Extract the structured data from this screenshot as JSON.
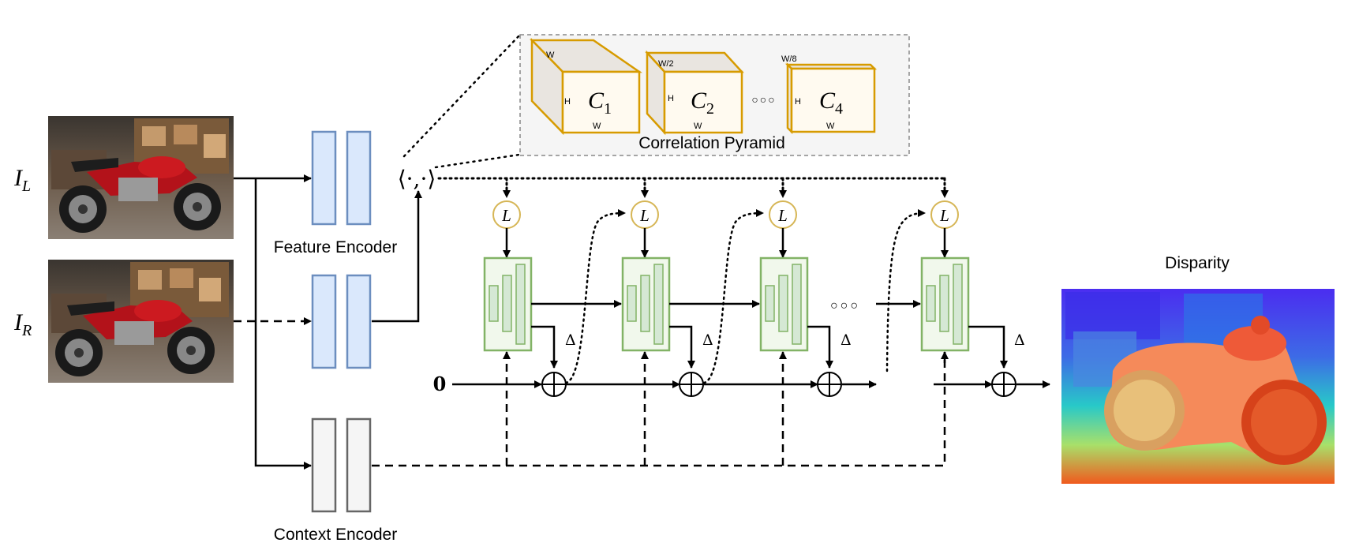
{
  "labels": {
    "input_left_main": "I",
    "input_left_sub": "L",
    "input_right_main": "I",
    "input_right_sub": "R",
    "feature_encoder": "Feature Encoder",
    "context_encoder": "Context Encoder",
    "correlation_pyramid": "Correlation Pyramid",
    "disparity": "Disparity",
    "corr_op": "⟨·,·⟩",
    "zero_init": "0",
    "lookup": "L",
    "delta": "Δ",
    "ellipsis": "○○○"
  },
  "pyramid": {
    "levels": [
      {
        "main": "C",
        "sub": "1",
        "w_label": "W",
        "h_label": "H",
        "bottom_label": "W"
      },
      {
        "main": "C",
        "sub": "2",
        "w_label": "W/2",
        "h_label": "H",
        "bottom_label": "W"
      },
      {
        "main": "C",
        "sub": "4",
        "w_label": "W/8",
        "h_label": "H",
        "bottom_label": "W"
      }
    ]
  },
  "colors": {
    "encoder_fill": "#dae8fc",
    "encoder_stroke": "#6c8ebf",
    "context_fill": "#f5f5f5",
    "context_stroke": "#666666",
    "gru_fill": "#f1f8ec",
    "gru_stroke": "#82b366",
    "gru_bar_fill": "#d5e8d4",
    "cube_stroke": "#d79b00",
    "cube_face": "#fffaf0",
    "cube_side": "#e9e5e0",
    "lookup_stroke": "#d6b656"
  }
}
